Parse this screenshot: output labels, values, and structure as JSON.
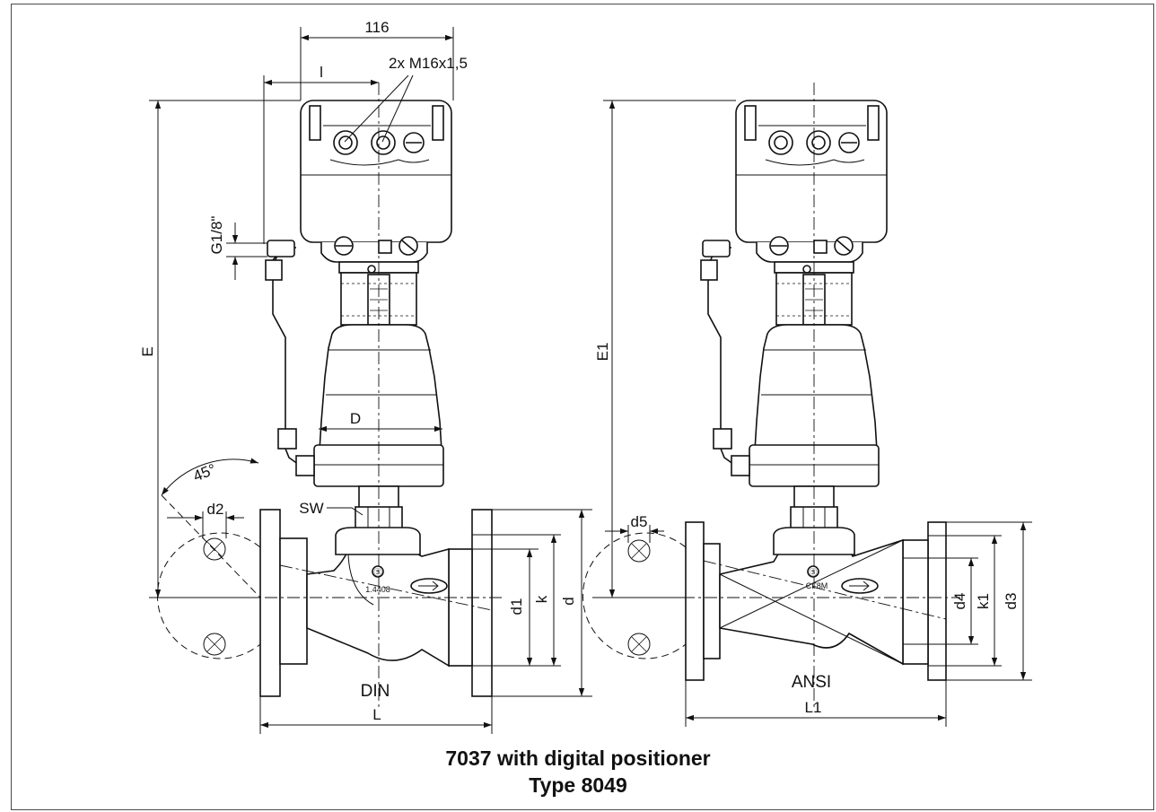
{
  "caption": {
    "line1": "7037 with digital positioner",
    "line2": "Type 8049"
  },
  "dimensions": {
    "left": {
      "width": "116",
      "l": "l",
      "ports": "2x M16x1,5",
      "thread": "G1/8\"",
      "height": "E",
      "actuator_dia": "D",
      "angle": "45°",
      "bolt_hole": "d2",
      "wrench": "SW",
      "bore": "d1",
      "bolt_circle": "k",
      "flange_dia": "d",
      "length": "L",
      "standard": "DIN",
      "body_mark_top": "Ⓢ",
      "body_mark": "1.4408"
    },
    "right": {
      "height": "E1",
      "bolt_hole": "d5",
      "bore": "d4",
      "bolt_circle": "k1",
      "flange_dia": "d3",
      "length": "L1",
      "standard": "ANSI",
      "body_mark_top": "Ⓢ",
      "body_mark": "CF8M"
    }
  }
}
